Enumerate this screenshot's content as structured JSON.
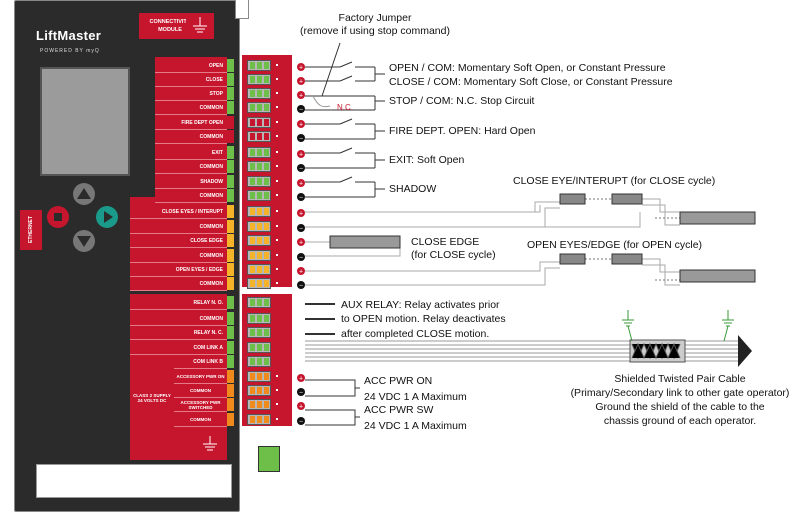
{
  "controller": {
    "brand": "LiftMaster",
    "powered_by": "POWERED BY myQ",
    "connectivity_module": "CONNECTIVITY MODULE",
    "ethernet": "ETHERNET",
    "class2_supply": "CLASS 2 SUPPLY 24 VOLTS DC",
    "colors": {
      "panel": "#2b2b2b",
      "red": "#c6162e",
      "green": "#6dbf4a",
      "orange": "#f08a1d",
      "amber": "#f5b32a"
    }
  },
  "terminals_top": [
    {
      "label": "OPEN",
      "indicator": "green"
    },
    {
      "label": "CLOSE",
      "indicator": "green"
    },
    {
      "label": "STOP",
      "indicator": "green"
    },
    {
      "label": "COMMON",
      "indicator": "green"
    },
    {
      "label": "FIRE DEPT OPEN",
      "indicator": "red"
    },
    {
      "label": "COMMON",
      "indicator": "red"
    },
    {
      "label": "EXIT",
      "indicator": "green"
    },
    {
      "label": "COMMON",
      "indicator": "green"
    },
    {
      "label": "SHADOW",
      "indicator": "green"
    },
    {
      "label": "COMMON",
      "indicator": "green"
    },
    {
      "label": "CLOSE EYES / INTERUPT",
      "indicator": "amber"
    },
    {
      "label": "COMMON",
      "indicator": "amber"
    },
    {
      "label": "CLOSE EDGE",
      "indicator": "amber"
    },
    {
      "label": "COMMON",
      "indicator": "amber"
    },
    {
      "label": "OPEN EYES / EDGE",
      "indicator": "amber"
    },
    {
      "label": "COMMON",
      "indicator": "amber"
    }
  ],
  "terminals_bottom": [
    {
      "label": "RELAY N. O.",
      "indicator": "green"
    },
    {
      "label": "COMMON",
      "indicator": "green"
    },
    {
      "label": "RELAY N. C.",
      "indicator": "green"
    },
    {
      "label": "COM LINK A",
      "indicator": "green"
    },
    {
      "label": "COM LINK B",
      "indicator": "green"
    },
    {
      "label": "ACCESSORY PWR ON",
      "indicator": "orange"
    },
    {
      "label": "COMMON",
      "indicator": "orange"
    },
    {
      "label": "ACCESSORY PWR SWITCHED",
      "indicator": "orange"
    },
    {
      "label": "COMMON",
      "indicator": "orange"
    }
  ],
  "annotations": {
    "factory_jumper": "Factory Jumper",
    "factory_jumper_note": "(remove if using stop command)",
    "nc": "N.C.",
    "open_com": "OPEN / COM: Momentary Soft Open, or Constant Pressure",
    "close_com": "CLOSE / COM: Momentary Soft Close, or Constant Pressure",
    "stop_com": "STOP / COM: N.C. Stop Circuit",
    "fire_dept": "FIRE DEPT. OPEN: Hard Open",
    "exit": "EXIT: Soft Open",
    "shadow": "SHADOW",
    "close_eye": "CLOSE EYE/INTERUPT (for CLOSE cycle)",
    "close_edge": "CLOSE EDGE",
    "close_edge_2": "(for CLOSE cycle)",
    "open_eyes": "OPEN EYES/EDGE (for OPEN cycle)",
    "aux_relay_1": "AUX RELAY: Relay activates prior",
    "aux_relay_2": "to OPEN motion. Relay deactivates",
    "aux_relay_3": "after completed CLOSE motion.",
    "acc_pwr_on": "ACC PWR ON",
    "acc_pwr_on_spec": "24 VDC 1 A Maximum",
    "acc_pwr_sw": "ACC PWR SW",
    "acc_pwr_sw_spec": "24 VDC 1 A Maximum",
    "cable_1": "Shielded Twisted Pair Cable",
    "cable_2": "(Primary/Secondary link to other gate operator)",
    "cable_3": "Ground the shield of the cable to the",
    "cable_4": "chassis ground of each operator."
  }
}
